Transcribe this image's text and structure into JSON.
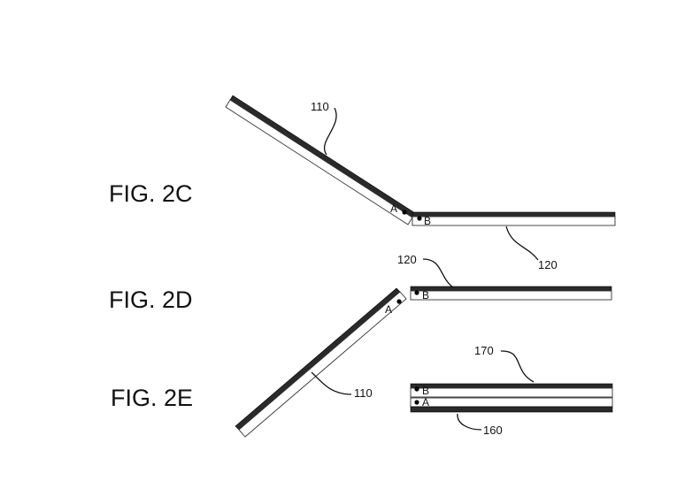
{
  "figures": {
    "fig_2c": {
      "label": "FIG. 2C"
    },
    "fig_2d": {
      "label": "FIG. 2D"
    },
    "fig_2e": {
      "label": "FIG. 2E"
    }
  },
  "references": {
    "c_panel_110": "110",
    "c_panel_120": "120",
    "d_panel_120": "120",
    "d_panel_110": "110",
    "e_panel_170": "170",
    "e_panel_160": "160"
  },
  "points": {
    "c_a": "A",
    "c_b": "B",
    "d_a": "A",
    "d_b": "B",
    "e_b": "B",
    "e_a": "A"
  }
}
